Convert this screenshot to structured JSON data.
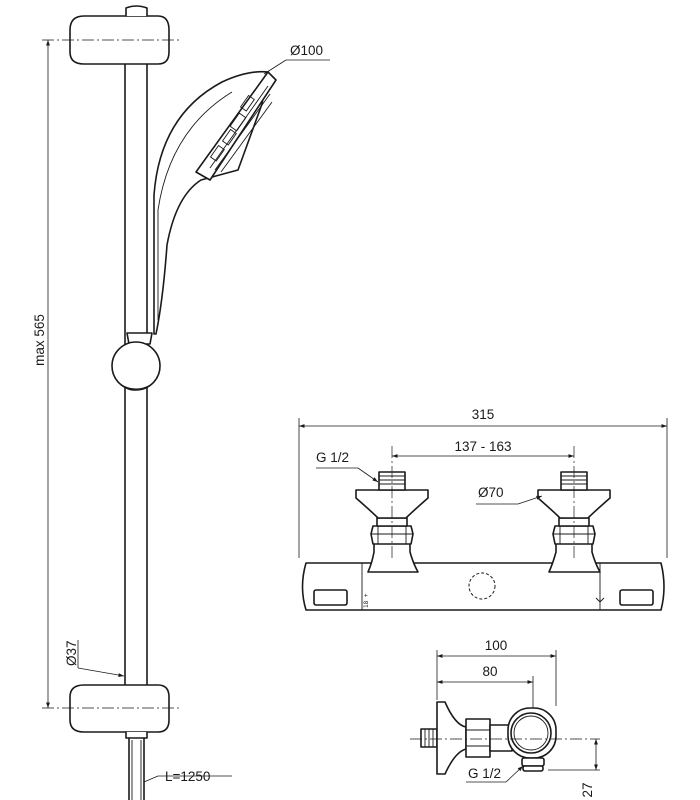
{
  "shower_rail": {
    "dimensions": {
      "max_height": "max 565",
      "head_diameter": "Ø100",
      "rail_diameter": "Ø37",
      "hose_length": "L=1250"
    }
  },
  "mixer_front": {
    "dimensions": {
      "overall_width": "315",
      "connection_spacing": "137 - 163",
      "thread_size": "G 1/2",
      "escutcheon_diameter": "Ø70"
    },
    "marks": {
      "temp_scale": "18 +"
    }
  },
  "mixer_side": {
    "dimensions": {
      "depth_outer": "100",
      "depth_inner": "80",
      "thread_size": "G 1/2",
      "outlet_height": "27"
    }
  }
}
